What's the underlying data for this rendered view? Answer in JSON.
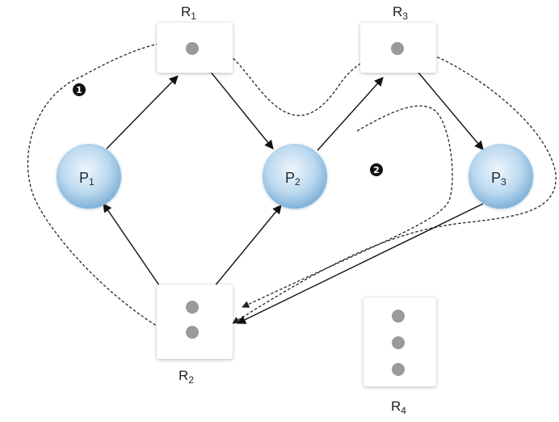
{
  "resources": [
    {
      "id": "R1",
      "letter": "R",
      "sub": "1",
      "instances": 1
    },
    {
      "id": "R2",
      "letter": "R",
      "sub": "2",
      "instances": 2
    },
    {
      "id": "R3",
      "letter": "R",
      "sub": "3",
      "instances": 1
    },
    {
      "id": "R4",
      "letter": "R",
      "sub": "4",
      "instances": 3
    }
  ],
  "processes": [
    {
      "id": "P1",
      "letter": "P",
      "sub": "1"
    },
    {
      "id": "P2",
      "letter": "P",
      "sub": "2"
    },
    {
      "id": "P3",
      "letter": "P",
      "sub": "3"
    }
  ],
  "edges": [
    {
      "from": "P1",
      "to": "R1",
      "kind": "request"
    },
    {
      "from": "R1",
      "to": "P2",
      "kind": "assignment"
    },
    {
      "from": "P2",
      "to": "R3",
      "kind": "request"
    },
    {
      "from": "R3",
      "to": "P3",
      "kind": "assignment"
    },
    {
      "from": "P3",
      "to": "R2",
      "kind": "request"
    },
    {
      "from": "R2",
      "to": "P1",
      "kind": "assignment"
    },
    {
      "from": "R2",
      "to": "P2",
      "kind": "assignment"
    }
  ],
  "cycle_markers": [
    {
      "label": "1",
      "color": "#111111"
    },
    {
      "label": "2",
      "color": "#111111"
    }
  ],
  "colors": {
    "process_fill_center": "#e6f2fb",
    "process_fill_edge": "#7fb2d9",
    "resource_dot": "#9a9a9a",
    "edge": "#111111"
  }
}
